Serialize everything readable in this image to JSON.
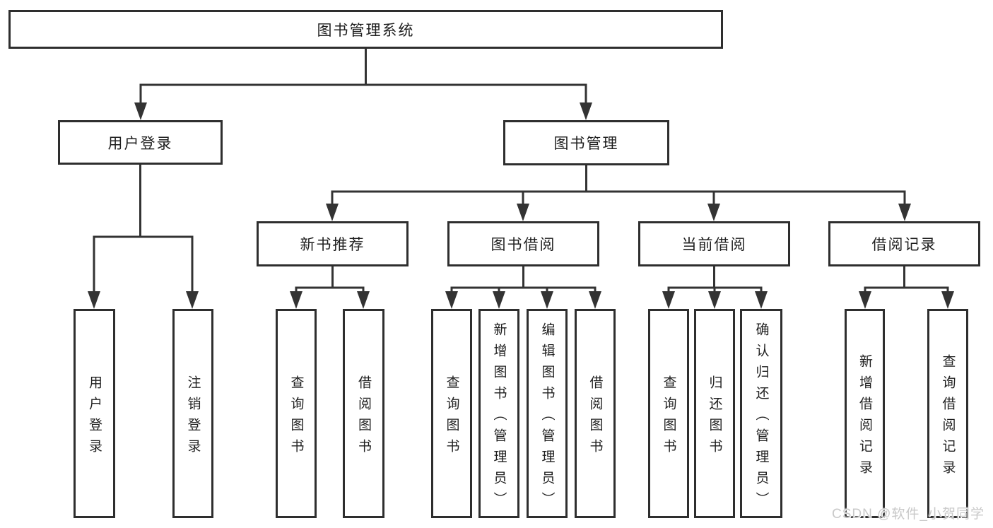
{
  "diagram_title": "图书管理系统",
  "tree": {
    "label": "图书管理系统",
    "children": [
      {
        "label": "用户登录",
        "children": [
          {
            "label": "用户登录"
          },
          {
            "label": "注销登录"
          }
        ]
      },
      {
        "label": "图书管理",
        "children": [
          {
            "label": "新书推荐",
            "children": [
              {
                "label": "查询图书"
              },
              {
                "label": "借阅图书"
              }
            ]
          },
          {
            "label": "图书借阅",
            "children": [
              {
                "label": "查询图书"
              },
              {
                "label": "新增图书（管理员）"
              },
              {
                "label": "编辑图书（管理员）"
              },
              {
                "label": "借阅图书"
              }
            ]
          },
          {
            "label": "当前借阅",
            "children": [
              {
                "label": "查询图书"
              },
              {
                "label": "归还图书"
              },
              {
                "label": "确认归还（管理员）"
              }
            ]
          },
          {
            "label": "借阅记录",
            "children": [
              {
                "label": "新增借阅记录"
              },
              {
                "label": "查询借阅记录"
              }
            ]
          }
        ]
      }
    ]
  },
  "watermark": {
    "text": "CSDN @软件_小贺同学"
  },
  "colors": {
    "line": "#333333",
    "box_border": "#2e2e2e",
    "text": "#1f1f1f",
    "background": "#ffffff",
    "watermark": "#c9c9c9"
  }
}
